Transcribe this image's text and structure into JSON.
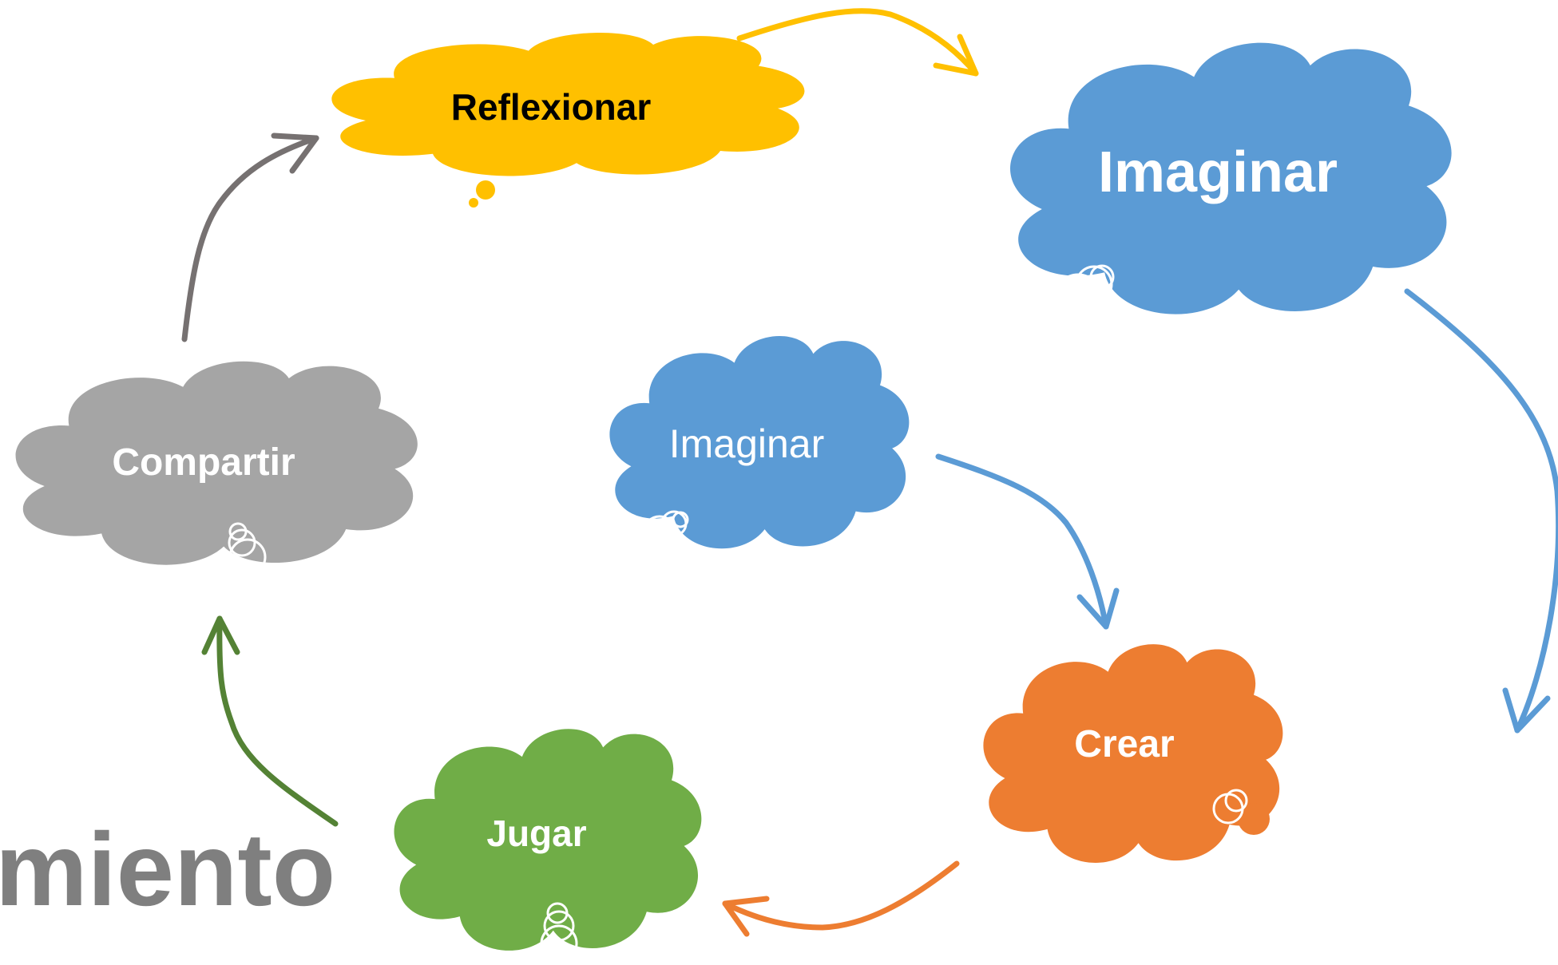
{
  "diagram": {
    "clouds": {
      "reflexionar": {
        "label": "Reflexionar",
        "color": "#FFC000",
        "text_color": "#000000"
      },
      "imaginar_top": {
        "label": "Imaginar",
        "color": "#5B9BD5",
        "text_color": "#FFFFFF"
      },
      "imaginar_center": {
        "label": "Imaginar",
        "color": "#5B9BD5",
        "text_color": "#FFFFFF"
      },
      "crear": {
        "label": "Crear",
        "color": "#ED7D31",
        "text_color": "#FFFFFF"
      },
      "jugar": {
        "label": "Jugar",
        "color": "#70AD47",
        "text_color": "#FFFFFF"
      },
      "compartir": {
        "label": "Compartir",
        "color": "#A5A5A5",
        "text_color": "#FFFFFF"
      }
    },
    "arrows": {
      "reflexionar_to_imaginar": {
        "color": "#FFC000"
      },
      "imaginar_to_right": {
        "color": "#5B9BD5"
      },
      "center_to_crear": {
        "color": "#5B9BD5"
      },
      "crear_to_jugar": {
        "color": "#ED7D31"
      },
      "jugar_to_compartir": {
        "color": "#548235"
      },
      "compartir_to_reflexionar": {
        "color": "#767171"
      }
    },
    "partial_word": {
      "text": "miento",
      "color": "#7F7F7F"
    }
  }
}
